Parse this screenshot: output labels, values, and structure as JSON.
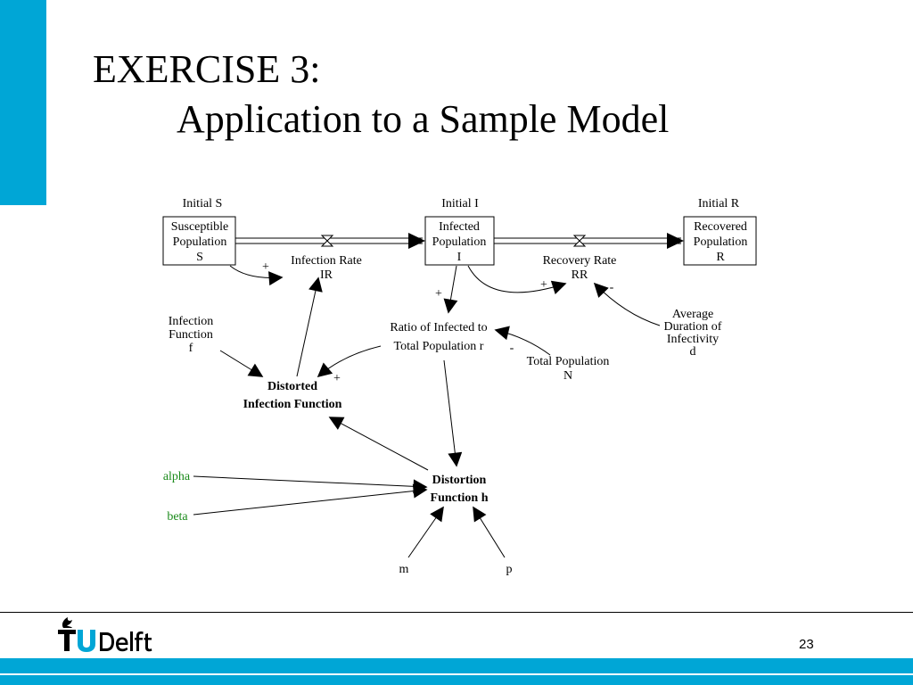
{
  "slide": {
    "title_line1": "EXERCISE 3:",
    "title_line2": "Application to a Sample Model",
    "page_number": "23",
    "logo_text": "TUDelft",
    "accent_color": "#00A6D6"
  },
  "diagram": {
    "stocks": {
      "susceptible": [
        "Susceptible",
        "Population",
        "S"
      ],
      "infected": [
        "Infected",
        "Population",
        "I"
      ],
      "recovered": [
        "Recovered",
        "Population",
        "R"
      ]
    },
    "initials": {
      "s": "Initial S",
      "i": "Initial I",
      "r": "Initial R"
    },
    "flows": {
      "infection_rate": [
        "Infection Rate",
        "IR"
      ],
      "recovery_rate": [
        "Recovery Rate",
        "RR"
      ]
    },
    "variables": {
      "ratio": [
        "Ratio of Infected to",
        "Total Population r"
      ],
      "total_population": [
        "Total Population",
        "N"
      ],
      "average_duration": [
        "Average",
        "Duration of",
        "Infectivity",
        "d"
      ],
      "infection_function": [
        "Infection",
        "Function",
        "f"
      ],
      "distorted_infection": [
        "Distorted",
        "Infection Function"
      ],
      "distortion_function": [
        "Distortion",
        "Function h"
      ],
      "alpha": "alpha",
      "beta": "beta",
      "m": "m",
      "p": "p"
    },
    "polarities": {
      "s_to_ir": "+",
      "i_to_rr": "+",
      "d_to_rr": "-",
      "i_to_ratio": "+",
      "n_to_ratio": "-",
      "ratio_to_distorted": "+"
    },
    "parameter_color": "#1a8a1a"
  }
}
